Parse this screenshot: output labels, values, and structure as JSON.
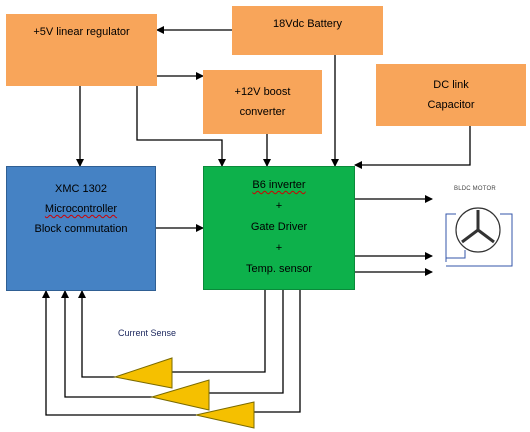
{
  "blocks": {
    "regulator": {
      "lines": [
        "+5V linear regulator"
      ]
    },
    "battery": {
      "lines": [
        "18Vdc Battery"
      ]
    },
    "boost": {
      "lines": [
        "+12V boost",
        "converter"
      ]
    },
    "dclink": {
      "lines": [
        "DC link",
        "Capacitor"
      ]
    },
    "mcu": {
      "lines": [
        "XMC 1302",
        "Microcontroller",
        "Block commutation"
      ]
    },
    "inverter": {
      "lines": [
        "B6 inverter",
        "+",
        "Gate Driver",
        "+",
        "Temp. sensor"
      ]
    }
  },
  "labels": {
    "current_sense": "Current Sense",
    "motor": "BLDC MOTOR"
  },
  "colors": {
    "power_block": "#f8a55a",
    "mcu_block": "#4582c4",
    "inverter_block": "#0db14b",
    "amplifier": "#f5c000",
    "wire": "#000000"
  }
}
